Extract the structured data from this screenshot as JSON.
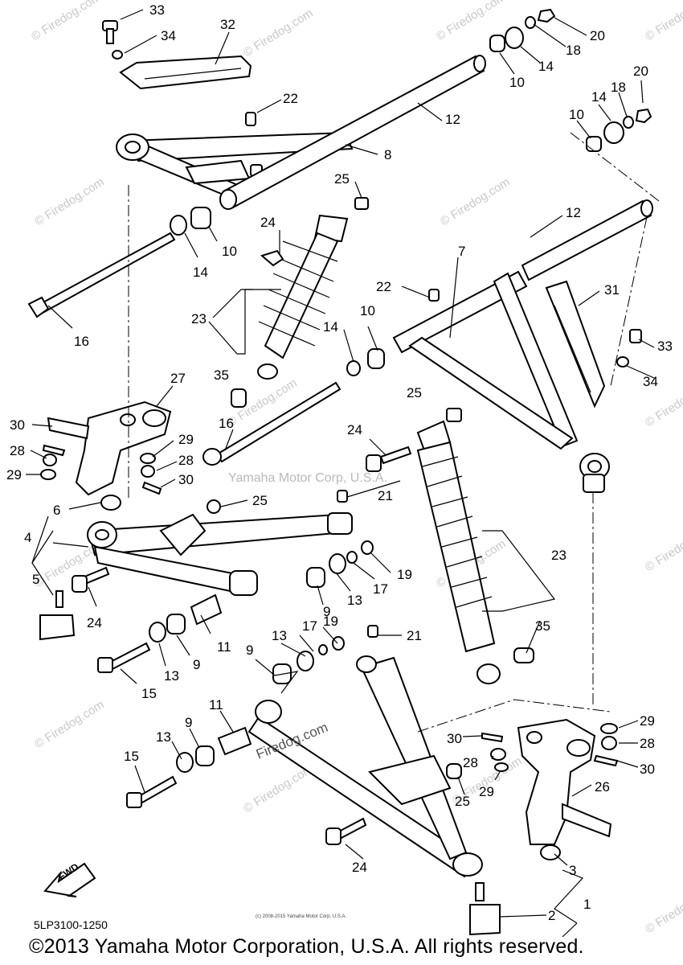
{
  "watermark": {
    "site": "© Firedog.com",
    "center": "Yamaha Motor Corp, U.S.A.",
    "firedog": "Firedog.com"
  },
  "arrow_label": "FWD",
  "part_code": "5LP3100-1250",
  "tiny_notice": "(c) 2008-2015 Yamaha Motor Corp, U.S.A.",
  "copyright": "©2013 Yamaha Motor Corporation, U.S.A. All rights reserved.",
  "callouts": {
    "n33a": "33",
    "n34a": "34",
    "n32": "32",
    "n22a": "22",
    "n8": "8",
    "n12a": "12",
    "n10a": "10",
    "n14a": "14",
    "n18a": "18",
    "n20a": "20",
    "n10b": "10",
    "n14b": "14",
    "n18b": "18",
    "n20b": "20",
    "n12b": "12",
    "n25a": "25",
    "n24a": "24",
    "n10c": "10",
    "n14c": "14",
    "n16a": "16",
    "n23a": "23",
    "n35a": "35",
    "n7": "7",
    "n22b": "22",
    "n10d": "10",
    "n14d": "14",
    "n31": "31",
    "n33b": "33",
    "n34b": "34",
    "n27": "27",
    "n16b": "16",
    "n30a": "30",
    "n28a": "28",
    "n29a": "29",
    "n29b": "29",
    "n28b": "28",
    "n30b": "30",
    "n25b": "25",
    "n24b": "24",
    "n6": "6",
    "n25c": "25",
    "n21a": "21",
    "n4": "4",
    "n5": "5",
    "n24c": "24",
    "n19a": "19",
    "n17a": "17",
    "n13a": "13",
    "n9a": "9",
    "n23b": "23",
    "n11a": "11",
    "n13b": "13",
    "n9b": "9",
    "n15a": "15",
    "n21b": "21",
    "n19b": "19",
    "n17b": "17",
    "n13c": "13",
    "n9c": "9",
    "n35b": "35",
    "n11b": "11",
    "n9d": "9",
    "n13d": "13",
    "n15b": "15",
    "n30c": "30",
    "n28c": "28",
    "n29c": "29",
    "n29d": "29",
    "n28d": "28",
    "n30d": "30",
    "n26": "26",
    "n25d": "25",
    "n24d": "24",
    "n3": "3",
    "n1": "1",
    "n2": "2"
  }
}
